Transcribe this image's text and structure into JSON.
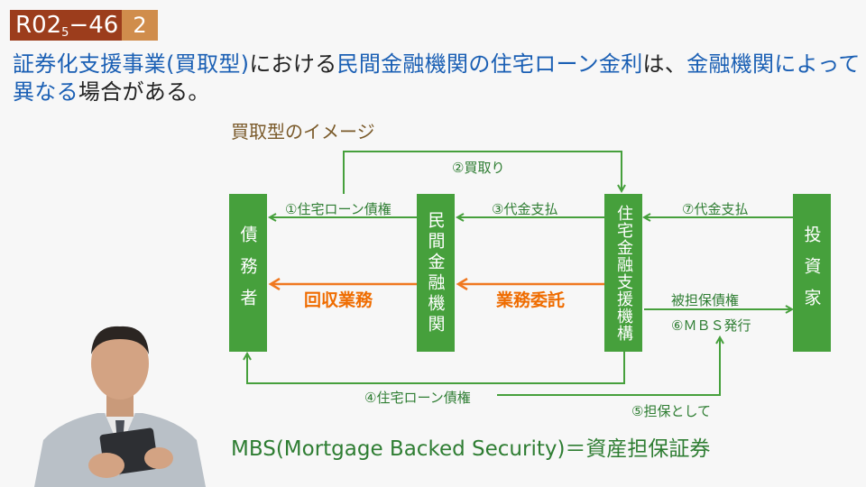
{
  "header": {
    "question_main": "R02",
    "question_sub": "5",
    "question_tail": "−46",
    "number": "2"
  },
  "statement": {
    "p1": "証券化支援事業(買取型)",
    "p2": "における",
    "p3": "民間金融機関の住宅ローン金利",
    "p4": "は、",
    "p5": "金融機関によって異なる",
    "p6": "場合がある。"
  },
  "diagram": {
    "title": "買取型のイメージ",
    "boxes": {
      "debtor": "債務者",
      "bank": "民間金融機関",
      "jhf": "住宅金融支援機構",
      "investor": "投資家"
    },
    "labels": {
      "buy": "②買取り",
      "loan_claim": "①住宅ローン債権",
      "payment_3": "③代金支払",
      "payment_7": "⑦代金支払",
      "collect": "回収業務",
      "consign": "業務委託",
      "collateral_claim": "被担保債権",
      "mbs_issue": "⑥ＭＢＳ発行",
      "loan_claim_4": "④住宅ローン債権",
      "as_collateral": "⑤担保として"
    },
    "colors": {
      "box": "#46a03c",
      "arrow": "#46a03c",
      "collect_arrow": "#f07820"
    }
  },
  "footer": {
    "mbs_definition": "MBS(Mortgage Backed Security)＝資産担保証券"
  }
}
